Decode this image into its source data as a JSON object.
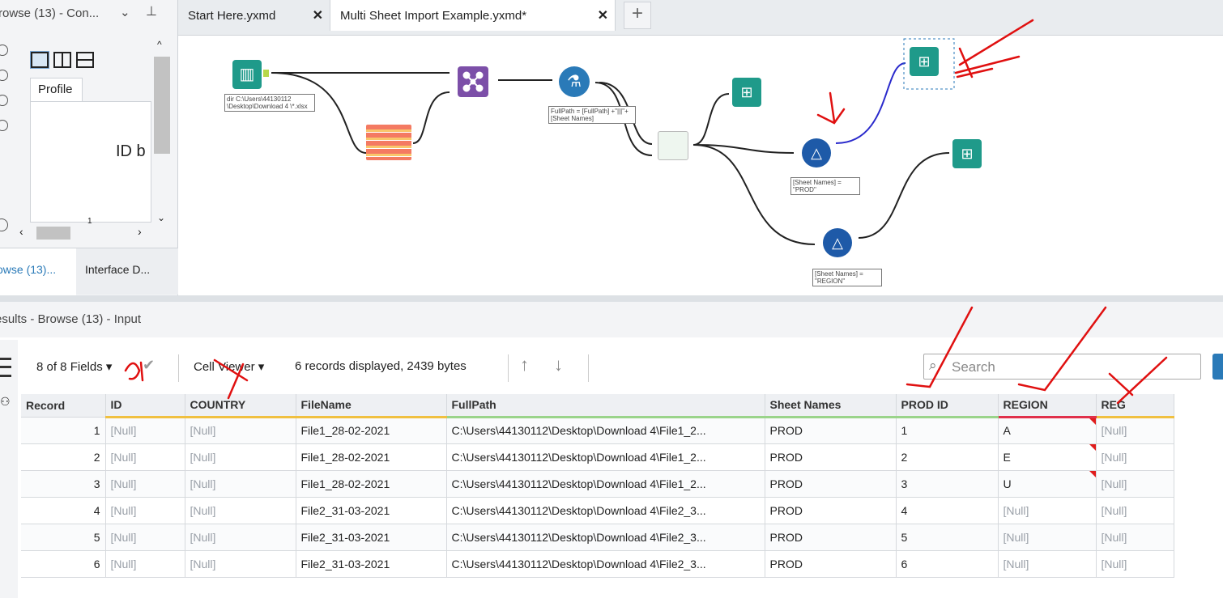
{
  "left_panel": {
    "title": "rowse (13) - Con...",
    "chevron_icon": "chevron-down-icon",
    "pin_icon": "pin-icon",
    "profile_tab": "Profile",
    "profile_text": "ID b",
    "profile_small": "1",
    "bottom_tab_active": "owse (13)...",
    "bottom_tab_other": "Interface D..."
  },
  "tabs": [
    {
      "label": "Start Here.yxmd",
      "close": "✕"
    },
    {
      "label": "Multi Sheet Import Example.yxmd*",
      "close": "✕"
    }
  ],
  "new_tab_icon": "+",
  "canvas": {
    "input_annotation": "dir C:\\Users\\44130112 \\Desktop\\Download 4 \\*.xlsx",
    "formula_annotation": "FullPath = [FullPath] +\"|||\"+[Sheet Names]",
    "filter1_annotation": "[Sheet Names] = \"PROD\"",
    "filter2_annotation": "[Sheet Names] = \"REGION\""
  },
  "results": {
    "title": "esults - Browse (13) - Input",
    "fields_label": "8 of 8 Fields",
    "cell_viewer_label": "Cell Viewer",
    "records_label": "6 records displayed, 2439 bytes",
    "search_placeholder": "Search"
  },
  "table": {
    "columns": [
      "Record",
      "ID",
      "COUNTRY",
      "FileName",
      "FullPath",
      "Sheet Names",
      "PROD ID",
      "REGION",
      "REG"
    ],
    "rows": [
      [
        "1",
        "[Null]",
        "[Null]",
        "File1_28-02-2021",
        "C:\\Users\\44130112\\Desktop\\Download 4\\File1_2...",
        "PROD",
        "1",
        "A",
        "[Null]"
      ],
      [
        "2",
        "[Null]",
        "[Null]",
        "File1_28-02-2021",
        "C:\\Users\\44130112\\Desktop\\Download 4\\File1_2...",
        "PROD",
        "2",
        "E",
        "[Null]"
      ],
      [
        "3",
        "[Null]",
        "[Null]",
        "File1_28-02-2021",
        "C:\\Users\\44130112\\Desktop\\Download 4\\File1_2...",
        "PROD",
        "3",
        "U",
        "[Null]"
      ],
      [
        "4",
        "[Null]",
        "[Null]",
        "File2_31-03-2021",
        "C:\\Users\\44130112\\Desktop\\Download 4\\File2_3...",
        "PROD",
        "4",
        "[Null]",
        "[Null]"
      ],
      [
        "5",
        "[Null]",
        "[Null]",
        "File2_31-03-2021",
        "C:\\Users\\44130112\\Desktop\\Download 4\\File2_3...",
        "PROD",
        "5",
        "[Null]",
        "[Null]"
      ],
      [
        "6",
        "[Null]",
        "[Null]",
        "File2_31-03-2021",
        "C:\\Users\\44130112\\Desktop\\Download 4\\File2_3...",
        "PROD",
        "6",
        "[Null]",
        "[Null]"
      ]
    ]
  },
  "colors": {
    "accent_blue": "#2a7ab8",
    "tool_teal": "#1f9a8a",
    "annotation_red": "#e01010"
  }
}
